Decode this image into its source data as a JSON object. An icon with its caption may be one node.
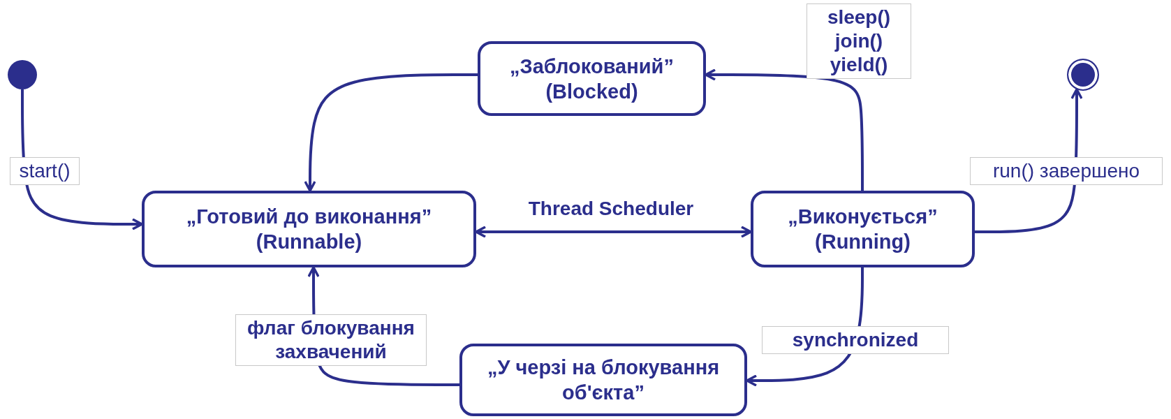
{
  "diagram": {
    "nodes": [
      {
        "text": [],
        "shape": "circle"
      },
      {
        "text": [
          "„Заблокований”",
          "(Blocked)"
        ]
      },
      {
        "text": [
          "„Готовий до виконання”",
          "(Runnable)"
        ]
      },
      {
        "text": [
          "„Виконується”",
          "(Running)"
        ]
      },
      {
        "text": [],
        "shape": "circle"
      },
      {
        "text": [
          "„У черзі на блокування об'єкта”"
        ]
      }
    ],
    "edges": [
      {
        "from": 0,
        "to": 2,
        "arrow": "to",
        "label": "start()"
      },
      {
        "from": 3,
        "to": 1,
        "arrow": "to",
        "label": "sleep() join() yield()"
      },
      {
        "from": 1,
        "to": 2,
        "arrow": "to"
      },
      {
        "from": 2,
        "to": 3,
        "arrow": "both",
        "label": "Thread Scheduler"
      },
      {
        "from": 3,
        "to": 4,
        "arrow": "to",
        "label": "run() завершено"
      },
      {
        "from": 3,
        "to": 5,
        "arrow": "to",
        "label": "synchronized"
      },
      {
        "from": 5,
        "to": 2,
        "arrow": "to",
        "label": "флаг блокування захвачений"
      }
    ]
  }
}
